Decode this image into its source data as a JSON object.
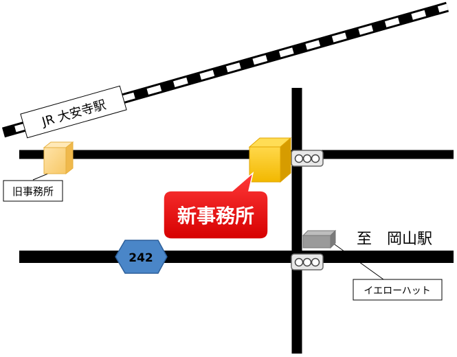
{
  "railway": {
    "station_label": "JR 大安寺駅"
  },
  "labels": {
    "old_office": "旧事務所",
    "new_office": "新事務所",
    "destination": "至　岡山駅",
    "yellow_hat": "イエローハット",
    "route_number": "242"
  },
  "colors": {
    "road": "#000000",
    "new_office_callout": "#ee0000",
    "new_office_box": "#f5b800",
    "old_office_box": "#fcd88a",
    "route_sign": "#4a86c8",
    "shop_box": "#9a9a9a"
  }
}
